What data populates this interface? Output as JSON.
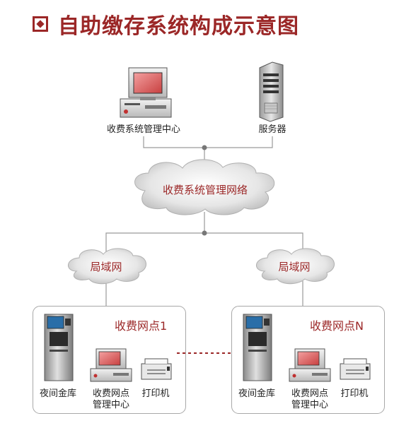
{
  "title": "自助缴存系统构成示意图",
  "nodes": {
    "billing_center": "收费系统管理中心",
    "server": "服务器",
    "network": "收费系统管理网络",
    "lan_left": "局域网",
    "lan_right": "局域网",
    "site_1": "收费网点1",
    "site_n": "收费网点N",
    "left_vault": "夜间金库",
    "left_terminal_line1": "收费网点",
    "left_terminal_line2": "管理中心",
    "left_printer": "打印机",
    "right_vault": "夜间金库",
    "right_terminal_line1": "收费网点",
    "right_terminal_line2": "管理中心",
    "right_printer": "打印机"
  },
  "colors": {
    "accent": "#9b2727",
    "line": "#9a9a9a"
  }
}
